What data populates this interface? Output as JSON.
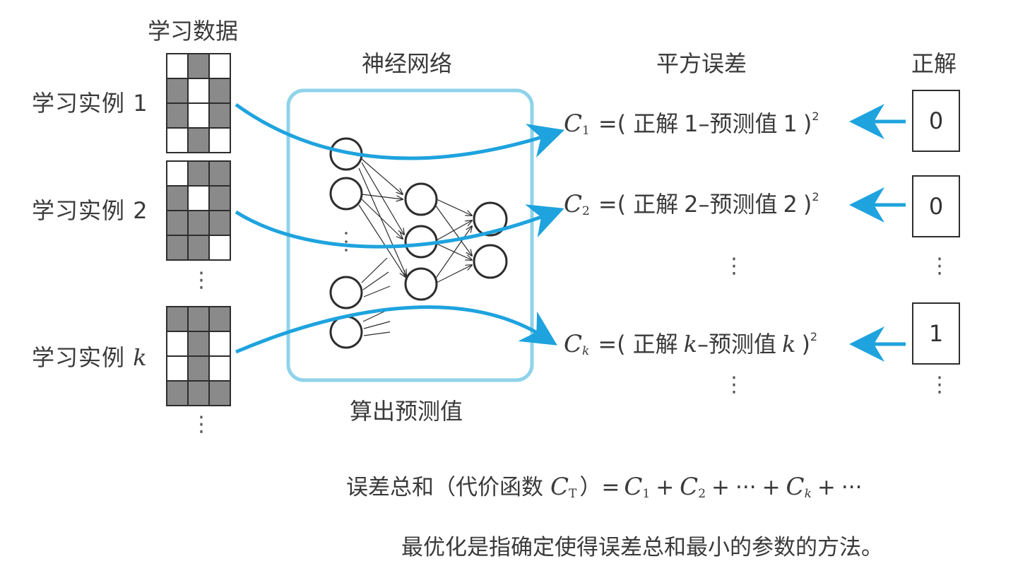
{
  "headers": {
    "training_data": "学习数据",
    "neural_network": "神经网络",
    "squared_error": "平方误差",
    "correct_answer": "正解"
  },
  "examples": [
    {
      "label": "学习实例",
      "index": "1",
      "grid": [
        [
          0,
          1,
          0
        ],
        [
          1,
          0,
          1
        ],
        [
          1,
          0,
          1
        ],
        [
          0,
          1,
          0
        ]
      ]
    },
    {
      "label": "学习实例",
      "index": "2",
      "grid": [
        [
          0,
          1,
          1
        ],
        [
          1,
          0,
          1
        ],
        [
          1,
          1,
          1
        ],
        [
          1,
          1,
          0
        ]
      ]
    },
    {
      "label": "学习实例",
      "index": "k",
      "grid": [
        [
          1,
          1,
          1
        ],
        [
          0,
          1,
          0
        ],
        [
          0,
          1,
          0
        ],
        [
          1,
          1,
          1
        ]
      ]
    }
  ],
  "network_caption": "算出预测值",
  "errors": [
    {
      "c": "C",
      "sub": "1",
      "lhs": "=(",
      "ans": "正解",
      "idx": "1",
      "minus": "–",
      "pred": "预测值",
      "pidx": "1",
      "rhs": ")",
      "sq": "2"
    },
    {
      "c": "C",
      "sub": "2",
      "lhs": "=(",
      "ans": "正解",
      "idx": "2",
      "minus": "–",
      "pred": "预测值",
      "pidx": "2",
      "rhs": ")",
      "sq": "2"
    },
    {
      "c": "C",
      "sub": "k",
      "lhs": "=(",
      "ans": "正解",
      "idx": "k",
      "minus": "–",
      "pred": "预测值",
      "pidx": "k",
      "rhs": ")",
      "sq": "2"
    }
  ],
  "answers": [
    "0",
    "0",
    "1"
  ],
  "ellipsis_vertical": "⋮",
  "total": {
    "prefix": "误差总和（代价函数",
    "ct": "C",
    "ct_sub": "T",
    "close": "）=",
    "c1": "C",
    "c1_sub": "1",
    "plus": "+",
    "c2": "C",
    "c2_sub": "2",
    "dots": "···",
    "ck": "C",
    "ck_sub": "k"
  },
  "conclusion": "最优化是指确定使得误差总和最小的参数的方法。",
  "colors": {
    "arrow": "#1ea3de",
    "nn_box": "#8fd3ea",
    "grid_dark": "#8a8a8a",
    "grid_light": "#ffffff",
    "line": "#2d2d2d"
  }
}
